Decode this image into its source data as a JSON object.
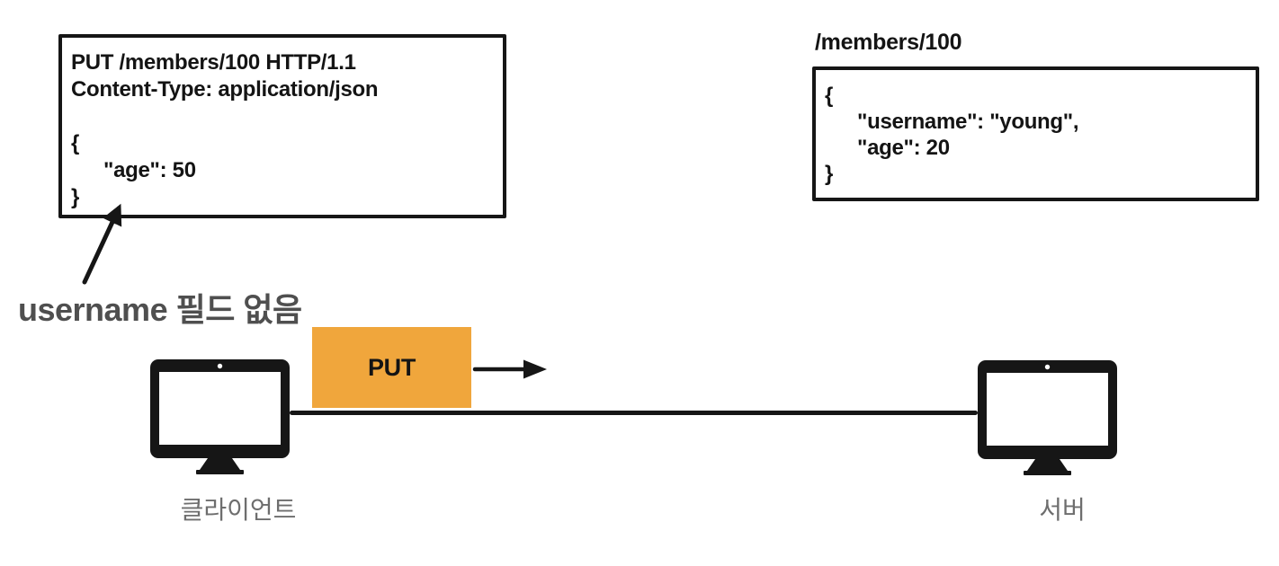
{
  "request_box": {
    "request_line": "PUT /members/100 HTTP/1.1",
    "content_type_line": "Content-Type: application/json",
    "json_open": "{",
    "json_age_field": "\"age\": 50",
    "json_close": "}"
  },
  "server_resource": {
    "path_label": "/members/100",
    "json_open": "{",
    "json_username_field": "\"username\": \"young\",",
    "json_age_field": "\"age\": 20",
    "json_close": "}"
  },
  "annotation": {
    "text": "username 필드 없음"
  },
  "transfer": {
    "method_label": "PUT"
  },
  "client": {
    "label": "클라이언트"
  },
  "server": {
    "label": "서버"
  },
  "colors": {
    "method_box_orange": "#f0a63c",
    "ink_black": "#161616",
    "annotation_gray": "#4f4f4f",
    "label_gray": "#6e6e6e"
  }
}
